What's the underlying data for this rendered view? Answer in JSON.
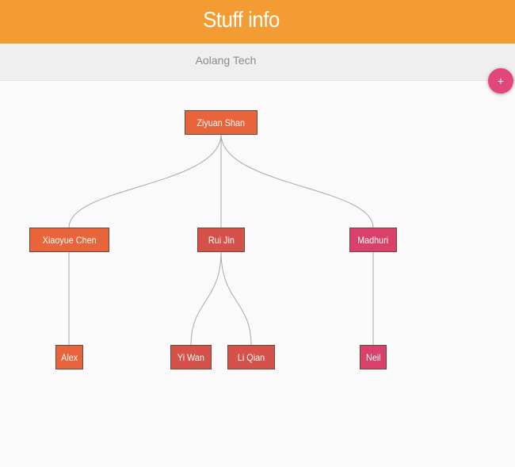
{
  "header": {
    "title": "Stuff info",
    "company": "Aolang Tech",
    "add_button_label": "+",
    "bar_color": "#f39c33",
    "add_button_color": "#e2467a"
  },
  "org_chart": {
    "root": "Ziyuan Shan",
    "managers": [
      "Xiaoyue Chen",
      "Rui Jin",
      "Madhuri"
    ],
    "reports": {
      "Xiaoyue Chen": [
        "Alex"
      ],
      "Rui Jin": [
        "Yi Wan",
        "Li Qian"
      ],
      "Madhuri": [
        "Neil"
      ]
    },
    "node_colors": {
      "Ziyuan Shan": "#e8643a",
      "Xiaoyue Chen": "#e8643a",
      "Rui Jin": "#d6514a",
      "Madhuri": "#d9416b",
      "Alex": "#e8643a",
      "Yi Wan": "#d6514a",
      "Li Qian": "#d6514a",
      "Neil": "#d9416b"
    },
    "link_color": "#a8a8a8"
  }
}
